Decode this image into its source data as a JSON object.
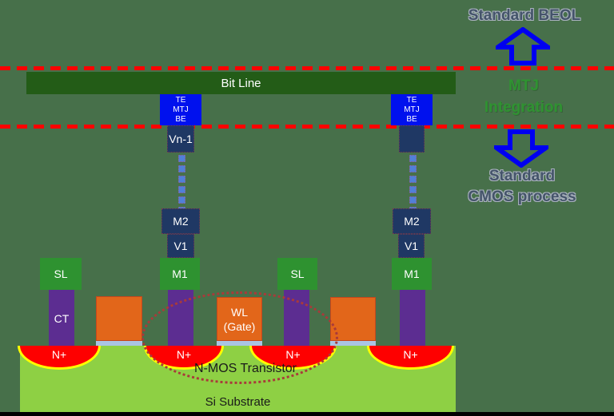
{
  "labels": {
    "standard_beol": "Standard BEOL",
    "mtj": "MTJ",
    "integration": "Integration",
    "standard": "Standard",
    "cmos_process": "CMOS process",
    "bit_line": "Bit Line",
    "te": "TE",
    "mtj_layer": "MTJ",
    "be": "BE",
    "vn1": "Vn-1",
    "m2": "M2",
    "v1": "V1",
    "m1": "M1",
    "sl": "SL",
    "ct": "CT",
    "wl": "WL",
    "gate": "(Gate)",
    "nplus": "N+",
    "nmos_transistor": "N-MOS Transistor",
    "si_substrate": "Si Substrate"
  },
  "icons": {
    "up_arrow": "hollow-block-arrow-up",
    "down_arrow": "hollow-block-arrow-down"
  },
  "colors": {
    "background": "#47704a",
    "bit_line_green": "#235c17",
    "mtj_stack_blue": "#0011ee",
    "via_navy": "#1f3864",
    "metal_green": "#2e9230",
    "contact_purple": "#5c2d91",
    "gate_orange": "#e2661a",
    "gate_oxide_blue": "#aac4e4",
    "substrate_green": "#8ed044",
    "nplus_red": "#fe0000",
    "junction_yellow": "#ffff00",
    "dashed_line_red": "#ff0000",
    "arrow_blue": "#0000f0",
    "heading_gray": "#44546a",
    "heading_green": "#2f9331"
  }
}
